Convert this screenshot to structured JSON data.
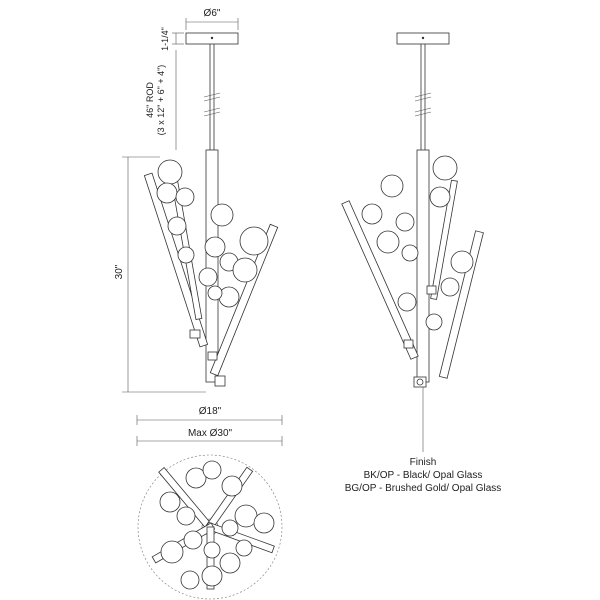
{
  "dimensions": {
    "canopy_diameter": "Ø6\"",
    "canopy_height": "1-1/4\"",
    "rod_length": "46\" ROD",
    "rod_segments": "(3 x 12\" + 6\" + 4\")",
    "fixture_height": "30\"",
    "body_diameter": "Ø18\"",
    "max_diameter": "Max Ø30\""
  },
  "finish": {
    "heading": "Finish",
    "options": [
      "BK/OP - Black/ Opal Glass",
      "BG/OP - Brushed Gold/ Opal Glass"
    ]
  }
}
